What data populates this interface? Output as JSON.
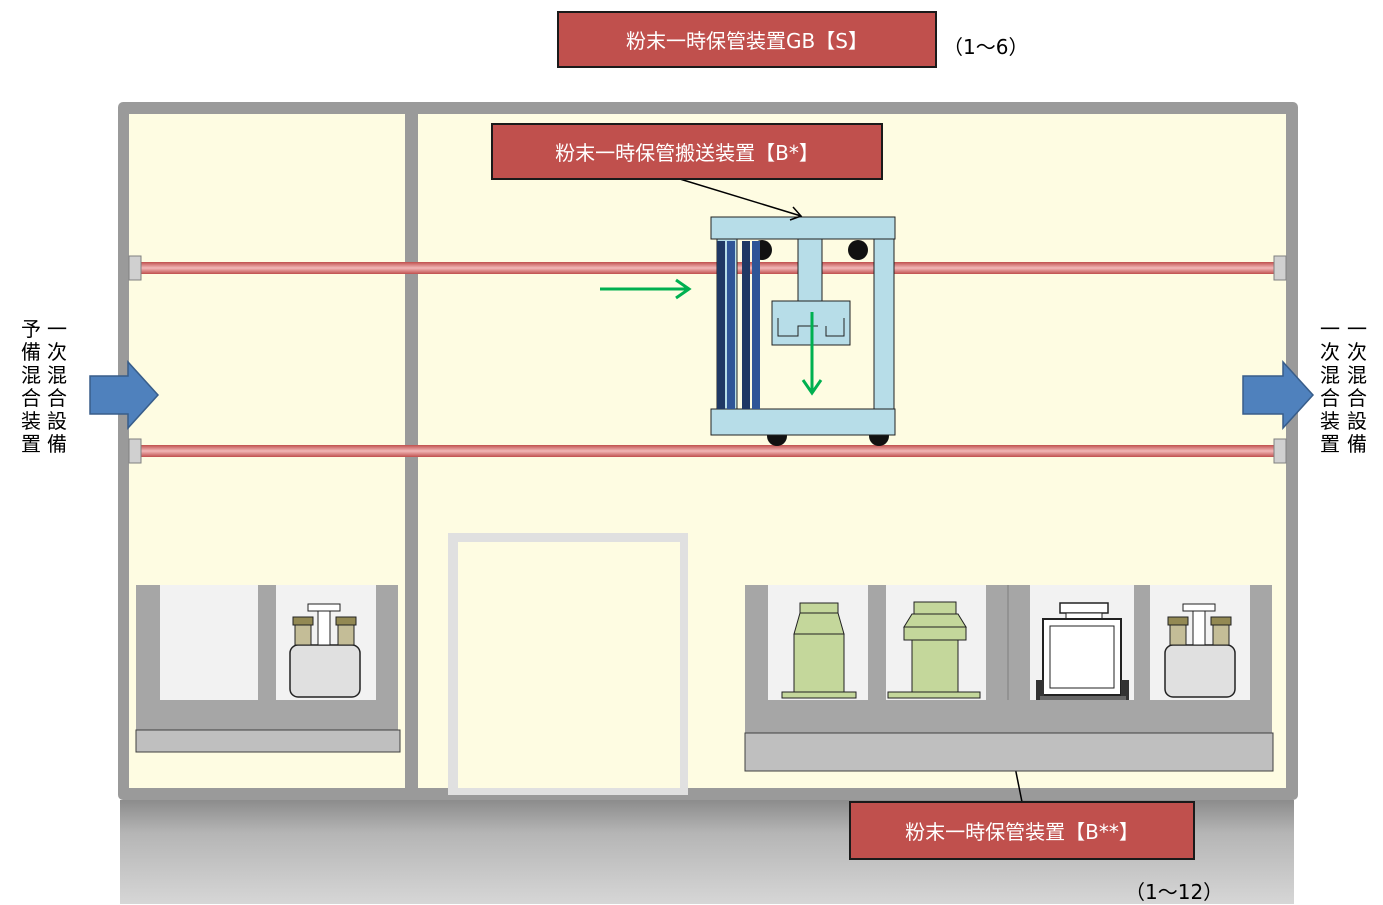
{
  "labels": {
    "gb_storage": "粉末一時保管装置GB【S】",
    "gb_count": "（1〜6）",
    "transport": "粉末一時保管搬送装置【B*】",
    "storage": "粉末一時保管装置【B**】",
    "storage_count": "（1〜12）"
  },
  "left_side": {
    "col1": [
      "予",
      "備",
      "混",
      "合",
      "装",
      "置"
    ],
    "col2": [
      "一",
      "次",
      "混",
      "合",
      "設",
      "備"
    ]
  },
  "right_side": {
    "col1": [
      "一",
      "次",
      "混",
      "合",
      "装",
      "置"
    ],
    "col2": [
      "一",
      "次",
      "混",
      "合",
      "設",
      "備"
    ]
  },
  "colors": {
    "label_red": "#c0504d",
    "room_fill": "#fefce2",
    "wall_gray": "#9a9a9a",
    "rail_pink": "#e6a0a0",
    "arrow_blue": "#4f81bd",
    "flow_green": "#00b050",
    "machine_blue": "#b7dde8",
    "column_navy": "#1f3864",
    "container_green": "#c4d79b"
  }
}
